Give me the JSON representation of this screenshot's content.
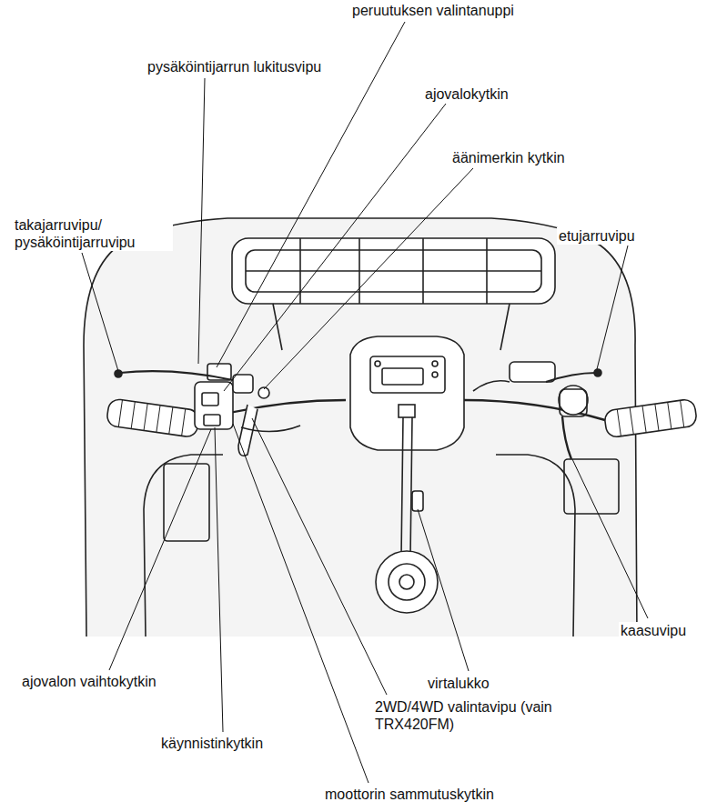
{
  "diagram": {
    "labels": [
      "peruutuksen valintanuppi",
      "pysäköintijarrun lukitusvipu",
      "ajovalokytkin",
      "äänimerkin kytkin",
      "takajarruvipu/ pysäköintijarruvipu",
      "etujarruvipu",
      "kaasuvipu",
      "ajovalon vaihtokytkin",
      "virtalukko",
      "2WD/4WD valintavipu (vain TRX420FM)",
      "käynnistinkytkin",
      "moottorin sammutuskytkin"
    ]
  }
}
